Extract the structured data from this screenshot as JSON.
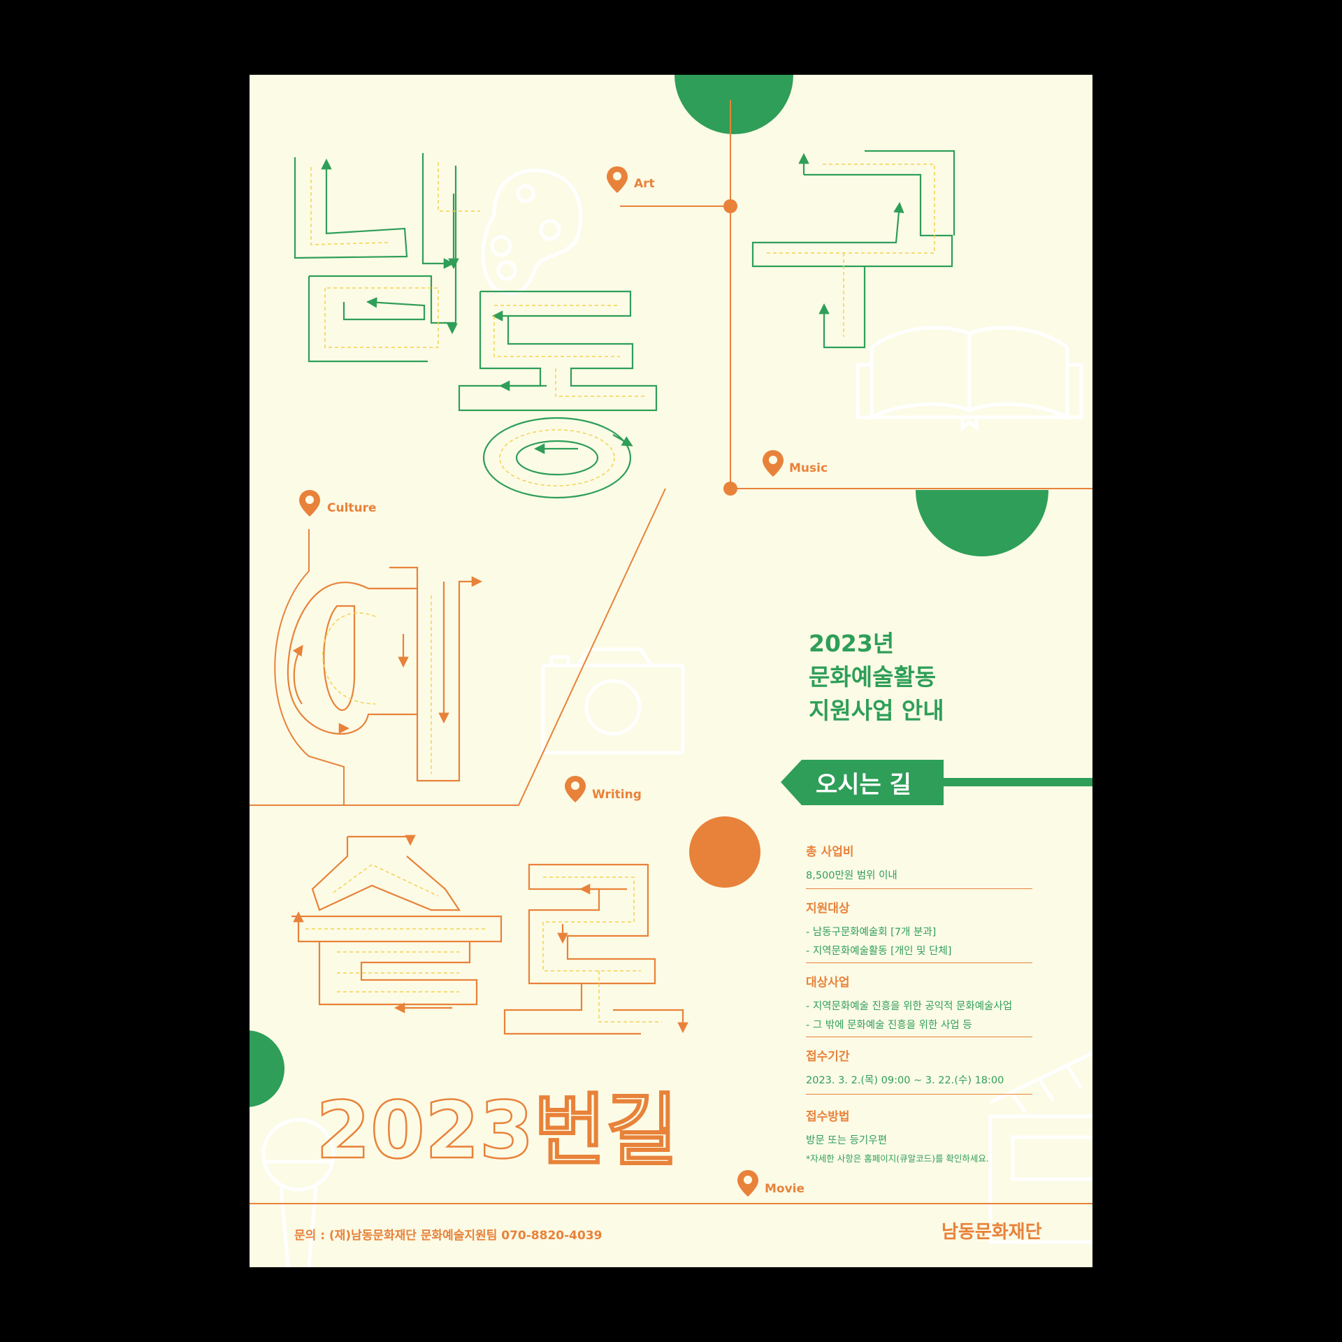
{
  "colors": {
    "background": "#fcfbe6",
    "green": "#2e9e58",
    "orange": "#e8823a",
    "yellow_dash": "#f3d24e",
    "frame": "#000000"
  },
  "pins": {
    "art": "Art",
    "music": "Music",
    "culture": "Culture",
    "writing": "Writing",
    "movie": "Movie"
  },
  "title_glyphs": {
    "line1": [
      "남",
      "동",
      "구"
    ],
    "line2": [
      "예"
    ],
    "line3": [
      "술",
      "로"
    ],
    "line4": [
      "2023",
      "번",
      "길"
    ]
  },
  "headline": {
    "line1": "2023년",
    "line2": "문화예술활동",
    "line3": "지원사업 안내"
  },
  "banner": {
    "label": "오시는 길"
  },
  "info": {
    "budget": {
      "title": "총 사업비",
      "lines": [
        "8,500만원 범위 이내"
      ]
    },
    "target": {
      "title": "지원대상",
      "lines": [
        "-  남동구문화예술회 [7개 분과]",
        "-  지역문화예술활동 [개인 및 단체]"
      ]
    },
    "projects": {
      "title": "대상사업",
      "lines": [
        "-  지역문화예술 진흥을 위한 공익적 문화예술사업",
        "-  그 밖에 문화예술 진흥을 위한 사업 등"
      ]
    },
    "period": {
      "title": "접수기간",
      "lines": [
        "2023. 3. 2.(목) 09:00 ~ 3. 22.(수) 18:00"
      ]
    },
    "method": {
      "title": "접수방법",
      "lines": [
        "방문 또는 등기우편"
      ],
      "note": "*자세한 사항은  홈페이지(큐알코드)를 확인하세요."
    }
  },
  "footer": {
    "contact": "문의 : (재)남동문화재단 문화예술지원팀 070-8820-4039",
    "org_name": "남동문화재단"
  },
  "icons": [
    "map-pin-icon",
    "palette-icon",
    "open-book-icon",
    "camera-icon",
    "microphone-icon",
    "clapperboard-icon"
  ]
}
